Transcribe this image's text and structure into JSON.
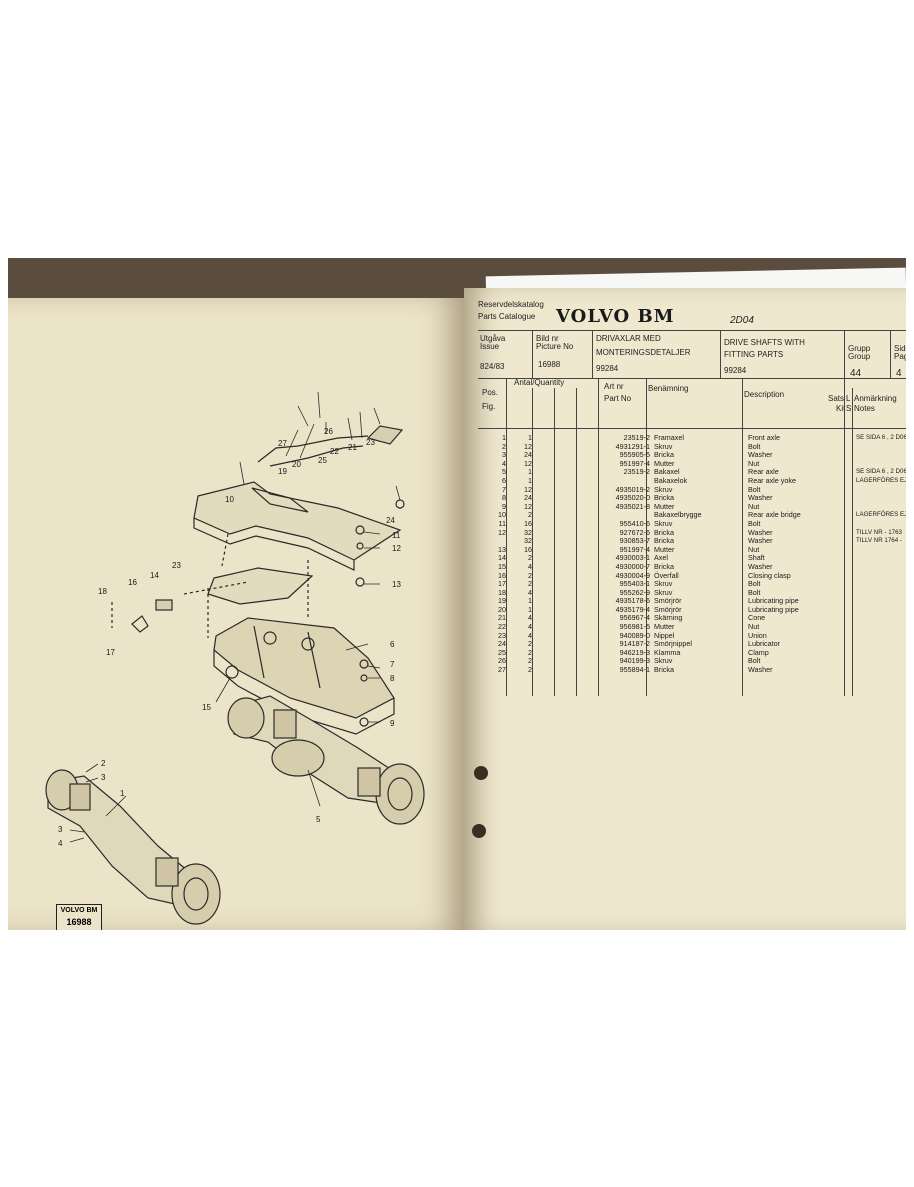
{
  "header": {
    "catalog_sv": "Reservdelskatalog",
    "catalog_en": "Parts Catalogue",
    "brand": "VOLVO BM",
    "page_id": "2D04",
    "issue_label_sv": "Utgåva",
    "issue_label_en": "Issue",
    "issue_value": "824/83",
    "picture_label_sv": "Bild nr",
    "picture_label_en": "Picture No",
    "picture_value": "16988",
    "title_sv_1": "DRIVAXLAR MED",
    "title_sv_2": "MONTERINGSDETALJER",
    "title_sv_code": "99284",
    "title_en_1": "DRIVE SHAFTS WITH",
    "title_en_2": "FITTING PARTS",
    "title_en_code": "99284",
    "group_label_sv": "Grupp",
    "group_label_en": "Group",
    "group_value": "44",
    "page_label_sv": "Sida",
    "page_label_en": "Page",
    "page_value": "4"
  },
  "table_header": {
    "pos_sv": "Pos.",
    "pos_en": "Fig.",
    "qty": "Antal/Quantity",
    "partno_sv": "Art nr",
    "partno_en": "Part No",
    "name_sv": "Benämning",
    "desc_en": "Description",
    "sets": "Sats",
    "kit": "Kit",
    "l": "L",
    "s": "S",
    "notes_sv": "Anmärkning",
    "notes_en": "Notes"
  },
  "parts": [
    {
      "pos": "1",
      "qty": "1",
      "partno": "23519-2",
      "sv": "Framaxel",
      "en": "Front axle",
      "note": "SE SIDA 6 , 2 D06"
    },
    {
      "pos": "2",
      "qty": "12",
      "partno": "4931291-1",
      "sv": "Skruv",
      "en": "Bolt",
      "note": ""
    },
    {
      "pos": "3",
      "qty": "24",
      "partno": "955905-5",
      "sv": "Bricka",
      "en": "Washer",
      "note": ""
    },
    {
      "pos": "4",
      "qty": "12",
      "partno": "951997-4",
      "sv": "Mutter",
      "en": "Nut",
      "note": ""
    },
    {
      "pos": "5",
      "qty": "1",
      "partno": "23519-2",
      "sv": "Bakaxel",
      "en": "Rear axle",
      "note": "SE SIDA 6 , 2 D06"
    },
    {
      "pos": "6",
      "qty": "1",
      "partno": "",
      "sv": "Bakaxelok",
      "en": "Rear axle yoke",
      "note": "LAGERFÖRES EJ"
    },
    {
      "pos": "7",
      "qty": "12",
      "partno": "4935019-2",
      "sv": "Skruv",
      "en": "Bolt",
      "note": ""
    },
    {
      "pos": "8",
      "qty": "24",
      "partno": "4935020-0",
      "sv": "Bricka",
      "en": "Washer",
      "note": ""
    },
    {
      "pos": "9",
      "qty": "12",
      "partno": "4935021-8",
      "sv": "Mutter",
      "en": "Nut",
      "note": ""
    },
    {
      "pos": "10",
      "qty": "2",
      "partno": "",
      "sv": "Bakaxelbrygge",
      "en": "Rear axle bridge",
      "note": "LAGERFÖRES EJ"
    },
    {
      "pos": "11",
      "qty": "16",
      "partno": "955410-6",
      "sv": "Skruv",
      "en": "Bolt",
      "note": ""
    },
    {
      "pos": "12",
      "qty": "32",
      "partno": "927672-6",
      "sv": "Bricka",
      "en": "Washer",
      "note": "TILLV NR - 1763"
    },
    {
      "pos": "",
      "qty": "32",
      "partno": "930853-7",
      "sv": "Bricka",
      "en": "Washer",
      "note": "TILLV NR 1764 -"
    },
    {
      "pos": "13",
      "qty": "16",
      "partno": "951997-4",
      "sv": "Mutter",
      "en": "Nut",
      "note": ""
    },
    {
      "pos": "14",
      "qty": "2",
      "partno": "4930003-1",
      "sv": "Axel",
      "en": "Shaft",
      "note": ""
    },
    {
      "pos": "15",
      "qty": "4",
      "partno": "4930000-7",
      "sv": "Bricka",
      "en": "Washer",
      "note": ""
    },
    {
      "pos": "16",
      "qty": "2",
      "partno": "4930004-9",
      "sv": "Överfall",
      "en": "Closing clasp",
      "note": ""
    },
    {
      "pos": "17",
      "qty": "2",
      "partno": "955403-1",
      "sv": "Skruv",
      "en": "Bolt",
      "note": ""
    },
    {
      "pos": "18",
      "qty": "4",
      "partno": "955262-9",
      "sv": "Skruv",
      "en": "Bolt",
      "note": ""
    },
    {
      "pos": "19",
      "qty": "1",
      "partno": "4935178-6",
      "sv": "Smörjrör",
      "en": "Lubricating pipe",
      "note": ""
    },
    {
      "pos": "20",
      "qty": "1",
      "partno": "4935179-4",
      "sv": "Smörjrör",
      "en": "Lubricating pipe",
      "note": ""
    },
    {
      "pos": "21",
      "qty": "4",
      "partno": "956967-4",
      "sv": "Skärning",
      "en": "Cone",
      "note": ""
    },
    {
      "pos": "22",
      "qty": "4",
      "partno": "956981-5",
      "sv": "Mutter",
      "en": "Nut",
      "note": ""
    },
    {
      "pos": "23",
      "qty": "4",
      "partno": "940089-0",
      "sv": "Nippel",
      "en": "Union",
      "note": ""
    },
    {
      "pos": "24",
      "qty": "2",
      "partno": "914187-2",
      "sv": "Smörjnippel",
      "en": "Lubricator",
      "note": ""
    },
    {
      "pos": "25",
      "qty": "2",
      "partno": "946219-3",
      "sv": "Klamma",
      "en": "Clamp",
      "note": ""
    },
    {
      "pos": "26",
      "qty": "2",
      "partno": "940199-3",
      "sv": "Skruv",
      "en": "Bolt",
      "note": ""
    },
    {
      "pos": "27",
      "qty": "2",
      "partno": "955894-1",
      "sv": "Bricka",
      "en": "Washer",
      "note": ""
    }
  ],
  "callouts": [
    "27",
    "26",
    "25",
    "22",
    "21",
    "23",
    "19",
    "20",
    "24",
    "10",
    "11",
    "12",
    "13",
    "18",
    "16",
    "14",
    "23",
    "17",
    "6",
    "7",
    "8",
    "15",
    "9",
    "2",
    "3",
    "1",
    "3",
    "4",
    "5"
  ],
  "stamp": {
    "brand": "VOLVO BM",
    "number": "16988"
  }
}
